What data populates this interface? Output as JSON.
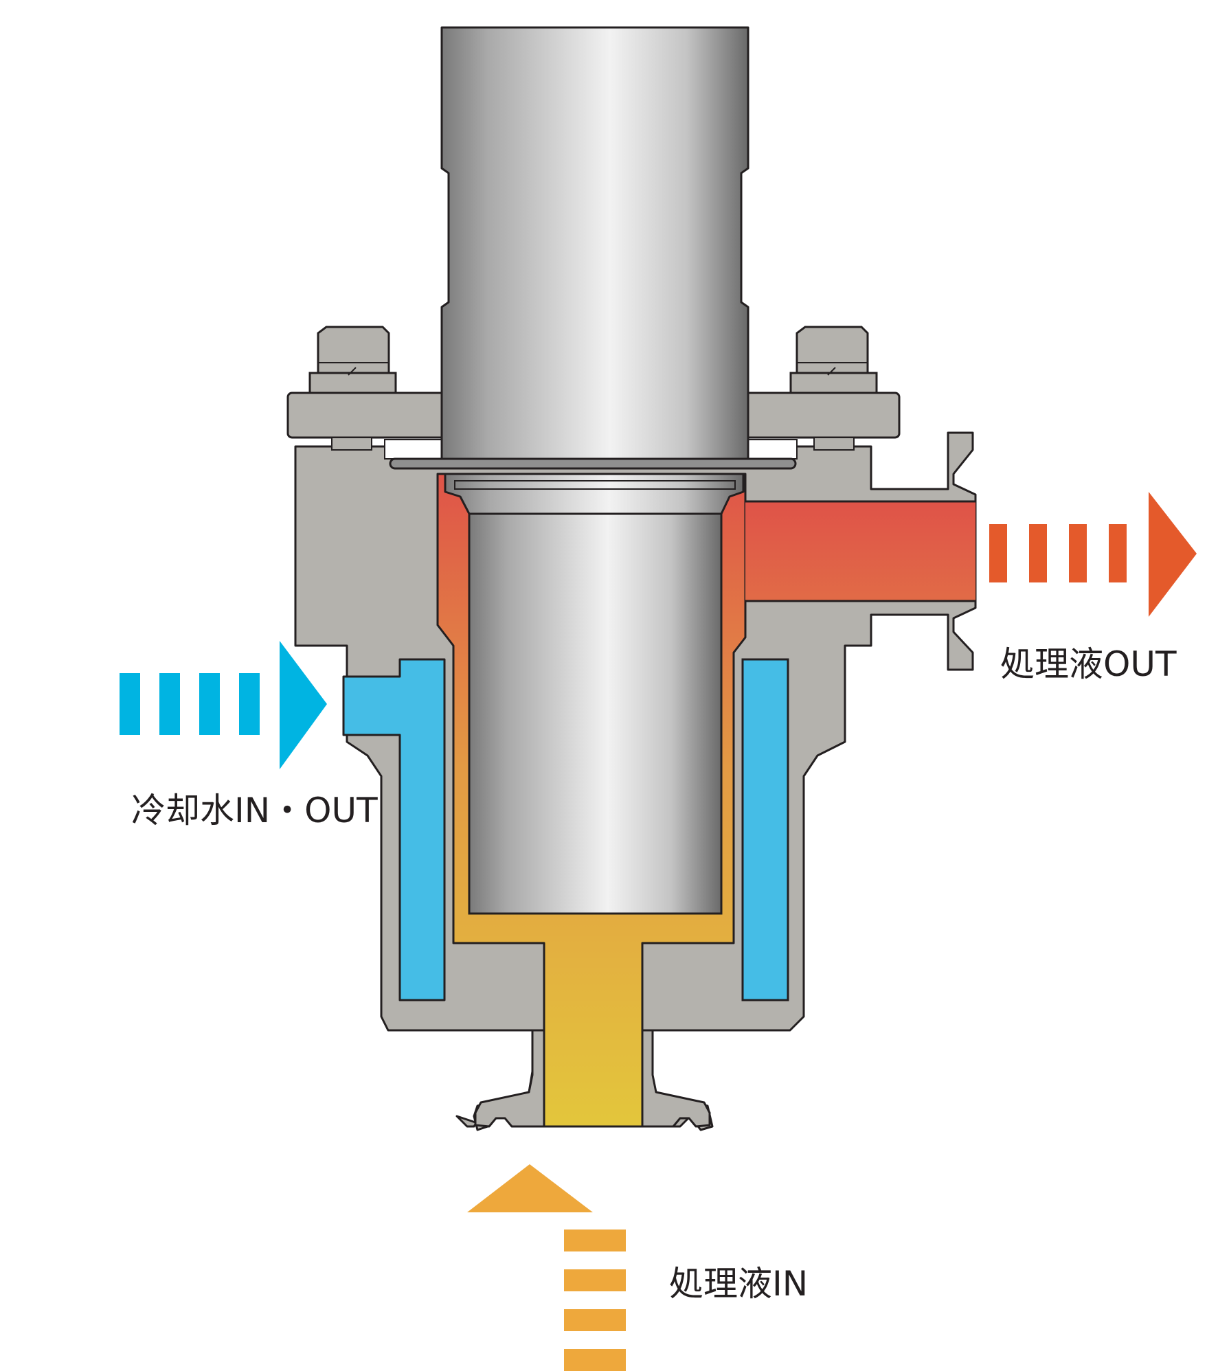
{
  "labels": {
    "liquid_out": "処理液OUT",
    "cooling_water": "冷却水IN・OUT",
    "liquid_in": "処理液IN"
  },
  "colors": {
    "body": "#b4b2ad",
    "outline": "#231f20",
    "cooling": "#45bde6",
    "arrow_cooling": "#00b4e2",
    "arrow_out": "#e45a2b",
    "arrow_in": "#eea83c",
    "liquid_hot": "#df5348",
    "liquid_mid": "#e39a44",
    "liquid_cool": "#e3c63c"
  },
  "icons": {
    "arrow_out": "arrow-right-icon",
    "arrow_cooling": "arrow-right-icon",
    "arrow_in": "arrow-up-icon"
  }
}
